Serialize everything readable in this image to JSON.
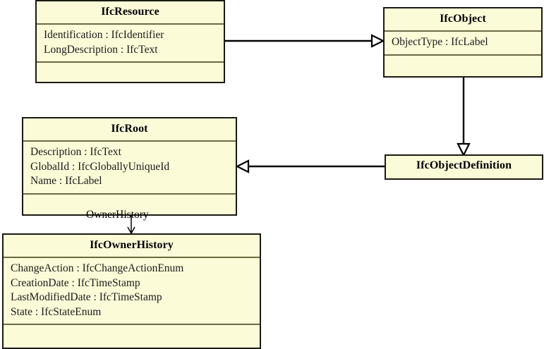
{
  "diagram": {
    "title": "IFC UML class diagram",
    "type": "uml-class-diagram",
    "background_color": "#ffffff",
    "class_fill_color": "#fcfbd8",
    "class_border_color": "#1a1a12",
    "compartment_divider_color": "#6b6a41",
    "edge_color": "#000000"
  },
  "classes": {
    "ifc_resource": {
      "name": "IfcResource",
      "attributes": [
        "Identification : IfcIdentifier",
        "LongDescription : IfcText"
      ],
      "operations": []
    },
    "ifc_object": {
      "name": "IfcObject",
      "attributes": [
        "ObjectType : IfcLabel"
      ],
      "operations": []
    },
    "ifc_root": {
      "name": "IfcRoot",
      "attributes": [
        "Description : IfcText",
        "GlobalId : IfcGloballyUniqueId",
        "Name : IfcLabel"
      ],
      "operations": []
    },
    "ifc_object_definition": {
      "name": "IfcObjectDefinition",
      "attributes": [],
      "operations": []
    },
    "ifc_owner_history": {
      "name": "IfcOwnerHistory",
      "attributes": [
        "ChangeAction : IfcChangeActionEnum",
        "CreationDate : IfcTimeStamp",
        "LastModifiedDate : IfcTimeStamp",
        "State : IfcStateEnum"
      ],
      "operations": []
    }
  },
  "relationships": [
    {
      "id": "resource-to-object",
      "kind": "generalization",
      "from": "IfcResource",
      "to": "IfcObject",
      "label": ""
    },
    {
      "id": "object-to-objectdefinition",
      "kind": "generalization",
      "from": "IfcObject",
      "to": "IfcObjectDefinition",
      "label": ""
    },
    {
      "id": "objectdefinition-to-root",
      "kind": "generalization",
      "from": "IfcObjectDefinition",
      "to": "IfcRoot",
      "label": ""
    },
    {
      "id": "root-to-ownerhistory",
      "kind": "association",
      "from": "IfcRoot",
      "to": "IfcOwnerHistory",
      "label": "OwnerHistory"
    }
  ]
}
